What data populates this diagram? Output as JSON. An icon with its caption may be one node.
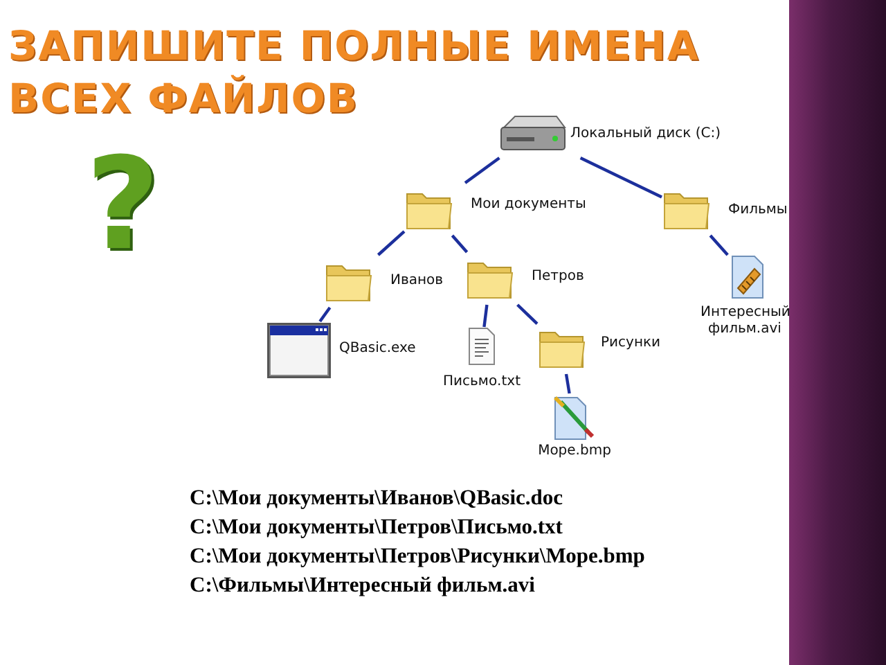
{
  "diagram": {
    "title": "ЗАПИШИТЕ ПОЛНЫЕ ИМЕНА ВСЕХ ФАЙЛОВ",
    "nodes": [
      {
        "text": [
          "Локальный диск (C:)"
        ]
      },
      {
        "text": [
          "Мои документы"
        ]
      },
      {
        "text": [
          "Фильмы"
        ]
      },
      {
        "text": [
          "Иванов"
        ]
      },
      {
        "text": [
          "Петров"
        ]
      },
      {
        "text": [
          "Интересный фильм.avi"
        ]
      },
      {
        "text": [
          "QBasic.exe"
        ]
      },
      {
        "text": [
          "Письмо.txt"
        ]
      },
      {
        "text": [
          "Рисунки"
        ]
      },
      {
        "text": [
          "Море.bmp"
        ]
      }
    ],
    "edges": [
      {
        "from": 0,
        "to": 1,
        "arrow": "none"
      },
      {
        "from": 0,
        "to": 2,
        "arrow": "none"
      },
      {
        "from": 1,
        "to": 3,
        "arrow": "none"
      },
      {
        "from": 1,
        "to": 4,
        "arrow": "none"
      },
      {
        "from": 2,
        "to": 5,
        "arrow": "none"
      },
      {
        "from": 3,
        "to": 6,
        "arrow": "none"
      },
      {
        "from": 4,
        "to": 7,
        "arrow": "none"
      },
      {
        "from": 4,
        "to": 8,
        "arrow": "none"
      },
      {
        "from": 8,
        "to": 9,
        "arrow": "none"
      }
    ],
    "labels": [
      "?",
      "C:\\Мои документы\\Иванов\\QBasic.doc",
      "C:\\Мои документы\\Петров\\Письмо.txt",
      "C:\\Мои документы\\Петров\\Рисунки\\Море.bmp",
      "C:\\Фильмы\\Интересный фильм.avi"
    ]
  }
}
